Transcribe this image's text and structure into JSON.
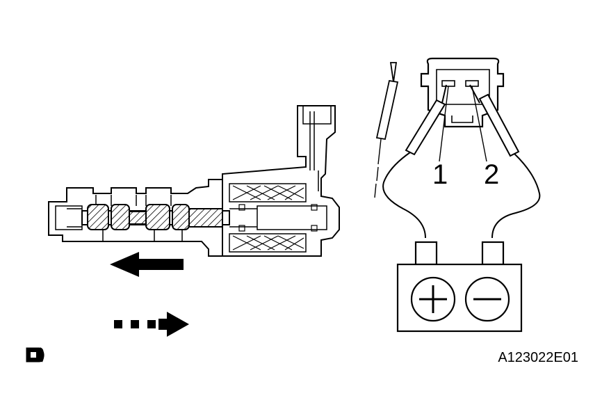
{
  "pins": {
    "pin1": "1",
    "pin2": "2"
  },
  "figure_code": "A123022E01",
  "icons": {
    "solid_arrow": "arrow-left-solid-icon",
    "dashed_arrow": "arrow-right-dashed-icon",
    "battery_plus": "plus-icon",
    "battery_minus": "minus-icon",
    "corner_symbol": "ocv-check-icon"
  },
  "colors": {
    "line": "#000000",
    "background": "#ffffff"
  }
}
